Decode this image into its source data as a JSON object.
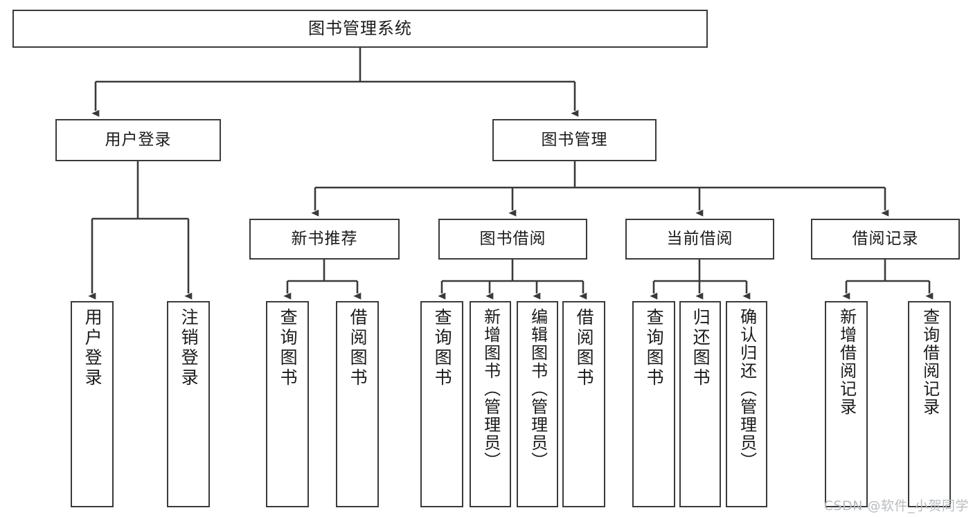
{
  "diagram": {
    "title": "图书管理系统",
    "type": "tree",
    "stroke_color": "#3a3a3a",
    "text_color": "#1b1b1b",
    "background": "#ffffff"
  },
  "nodes": {
    "root": {
      "label": "图书管理系统"
    },
    "level2": [
      {
        "label": "用户登录"
      },
      {
        "label": "图书管理"
      }
    ],
    "level3": [
      {
        "label": "新书推荐"
      },
      {
        "label": "图书借阅"
      },
      {
        "label": "当前借阅"
      },
      {
        "label": "借阅记录"
      }
    ],
    "leaves_user_login": [
      {
        "label": "用户登录"
      },
      {
        "label": "注销登录"
      }
    ],
    "leaves_new_books": [
      {
        "label": "查询图书"
      },
      {
        "label": "借阅图书"
      }
    ],
    "leaves_borrow": [
      {
        "label": "查询图书"
      },
      {
        "label": "新增图书（管理员）"
      },
      {
        "label": "编辑图书（管理员）"
      },
      {
        "label": "借阅图书"
      }
    ],
    "leaves_current": [
      {
        "label": "查询图书"
      },
      {
        "label": "归还图书"
      },
      {
        "label": "确认归还（管理员）"
      }
    ],
    "leaves_records": [
      {
        "label": "新增借阅记录"
      },
      {
        "label": "查询借阅记录"
      }
    ]
  },
  "watermark": {
    "text": "CSDN @软件_小贺同学",
    "color": "#b9bcc0"
  }
}
